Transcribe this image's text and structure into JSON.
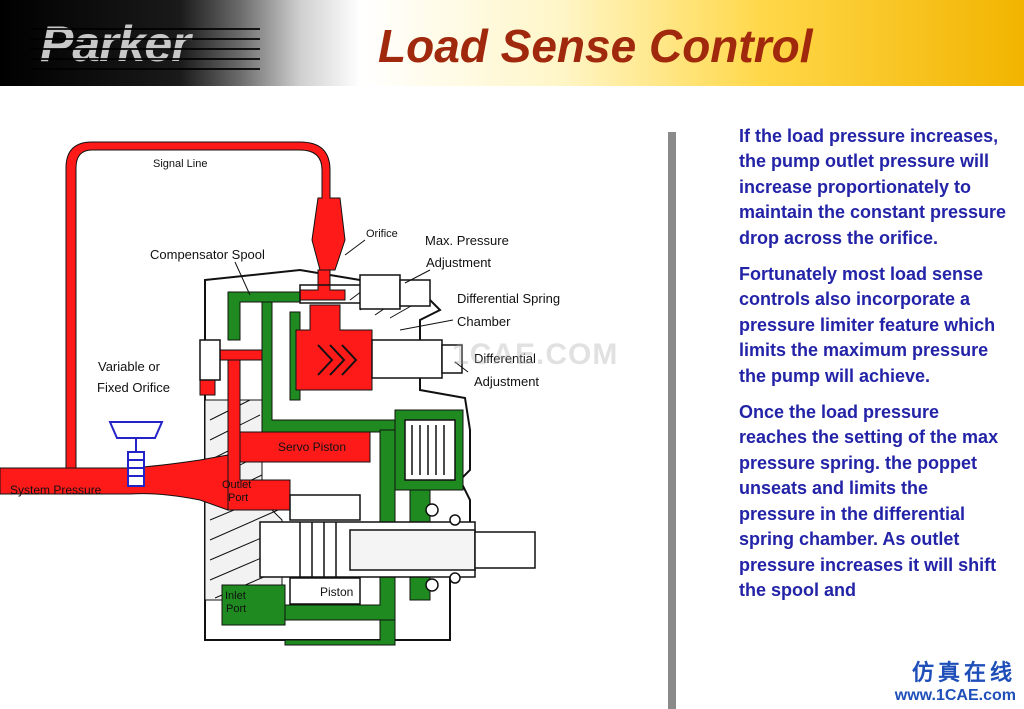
{
  "header": {
    "logo_text": "Parker",
    "title": "Load Sense Control"
  },
  "diagram": {
    "labels": {
      "signal_line": "Signal Line",
      "orifice": "Orifice",
      "compensator_spool": "Compensator Spool",
      "max_pressure_1": "Max. Pressure",
      "max_pressure_2": "Adjustment",
      "diff_spring_1": "Differential Spring",
      "diff_spring_2": "Chamber",
      "diff_adj_1": "Differential",
      "diff_adj_2": "Adjustment",
      "variable_1": "Variable or",
      "variable_2": "Fixed Orifice",
      "servo_piston": "Servo Piston",
      "system_pressure": "System Pressure",
      "outlet_1": "Outlet",
      "outlet_2": "Port",
      "inlet_1": "Inlet",
      "inlet_2": "Port",
      "piston": "Piston"
    },
    "watermark": "1CAE.COM",
    "colors": {
      "pressure": "#ff1a1a",
      "low": "#1f8a1f",
      "ink": "#111111"
    }
  },
  "text": {
    "p1": "If the load pressure increases, the pump outlet pressure will increase proportionately to maintain the constant pressure drop across the orifice.",
    "p2": "Fortunately most load sense controls also incorporate a pressure limiter feature which limits the maximum pressure the pump will achieve.",
    "p3": "Once the load pressure reaches the setting of the max pressure spring.  the poppet unseats and limits the pressure in the differential spring chamber. As outlet pressure increases it will shift the spool and"
  },
  "watermark": {
    "cn": "仿真在线",
    "url": "www.1CAE.com"
  }
}
